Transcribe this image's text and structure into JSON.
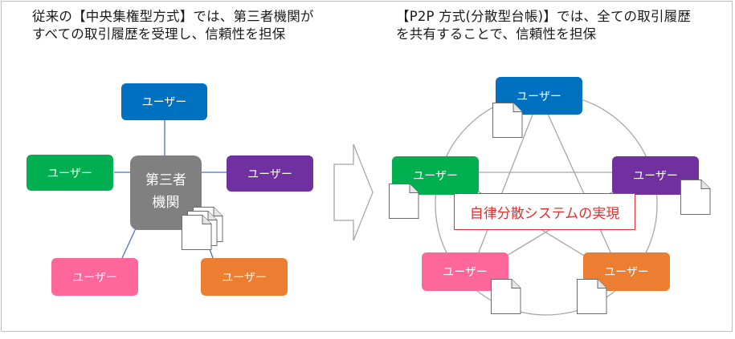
{
  "left_heading": {
    "line1": "従来の【中央集権型方式】では、第三者機関が",
    "line2": "すべての取引履歴を受理し、信頼性を担保"
  },
  "right_heading": {
    "line1": "【P2P 方式(分散型台帳)】では、全ての取引履歴",
    "line2": "を共有することで、信頼性を担保"
  },
  "user_label": "ユーザー",
  "center_node": {
    "line1": "第三者",
    "line2": "機関"
  },
  "callout": "自律分散システムの実現",
  "colors": {
    "blue": "#0070c0",
    "green": "#00b050",
    "purple": "#7030a0",
    "pink": "#ff6699",
    "orange": "#ed7d31",
    "central": "#808080",
    "callout": "#e03030"
  },
  "icons": [
    "document-icon",
    "right-arrow-icon"
  ]
}
